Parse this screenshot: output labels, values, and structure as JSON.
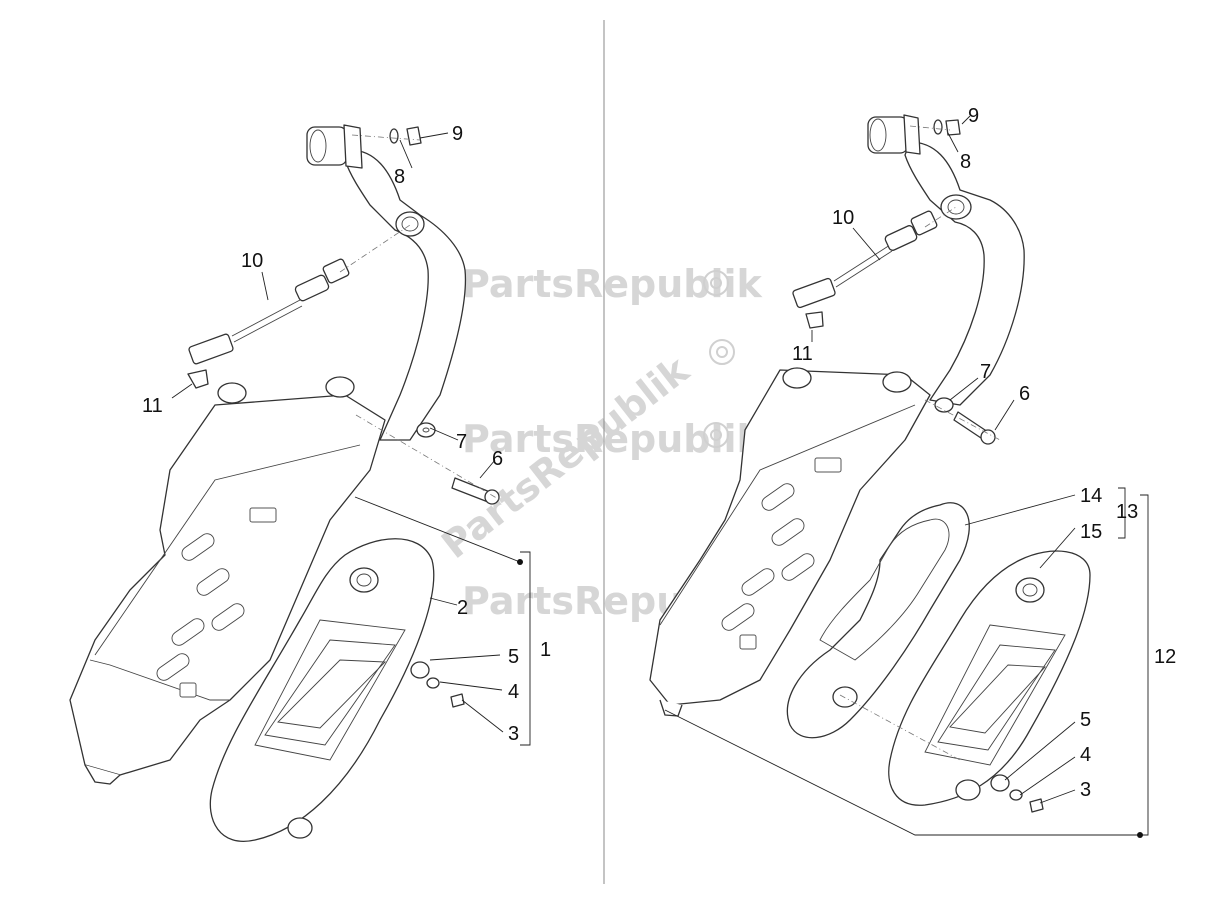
{
  "watermark": {
    "text": "PartsRepublik"
  },
  "left_assembly": {
    "callouts": {
      "c1": "1",
      "c2": "2",
      "c3": "3",
      "c4": "4",
      "c5": "5",
      "c6": "6",
      "c7": "7",
      "c8": "8",
      "c9": "9",
      "c10": "10",
      "c11": "11"
    }
  },
  "right_assembly": {
    "callouts": {
      "c3": "3",
      "c4": "4",
      "c5": "5",
      "c6": "6",
      "c7": "7",
      "c8": "8",
      "c9": "9",
      "c10": "10",
      "c11": "11",
      "c12": "12",
      "c13": "13",
      "c14": "14",
      "c15": "15"
    }
  },
  "colors": {
    "line": "#333333",
    "watermark": "#d6d6d6",
    "background": "#ffffff"
  }
}
